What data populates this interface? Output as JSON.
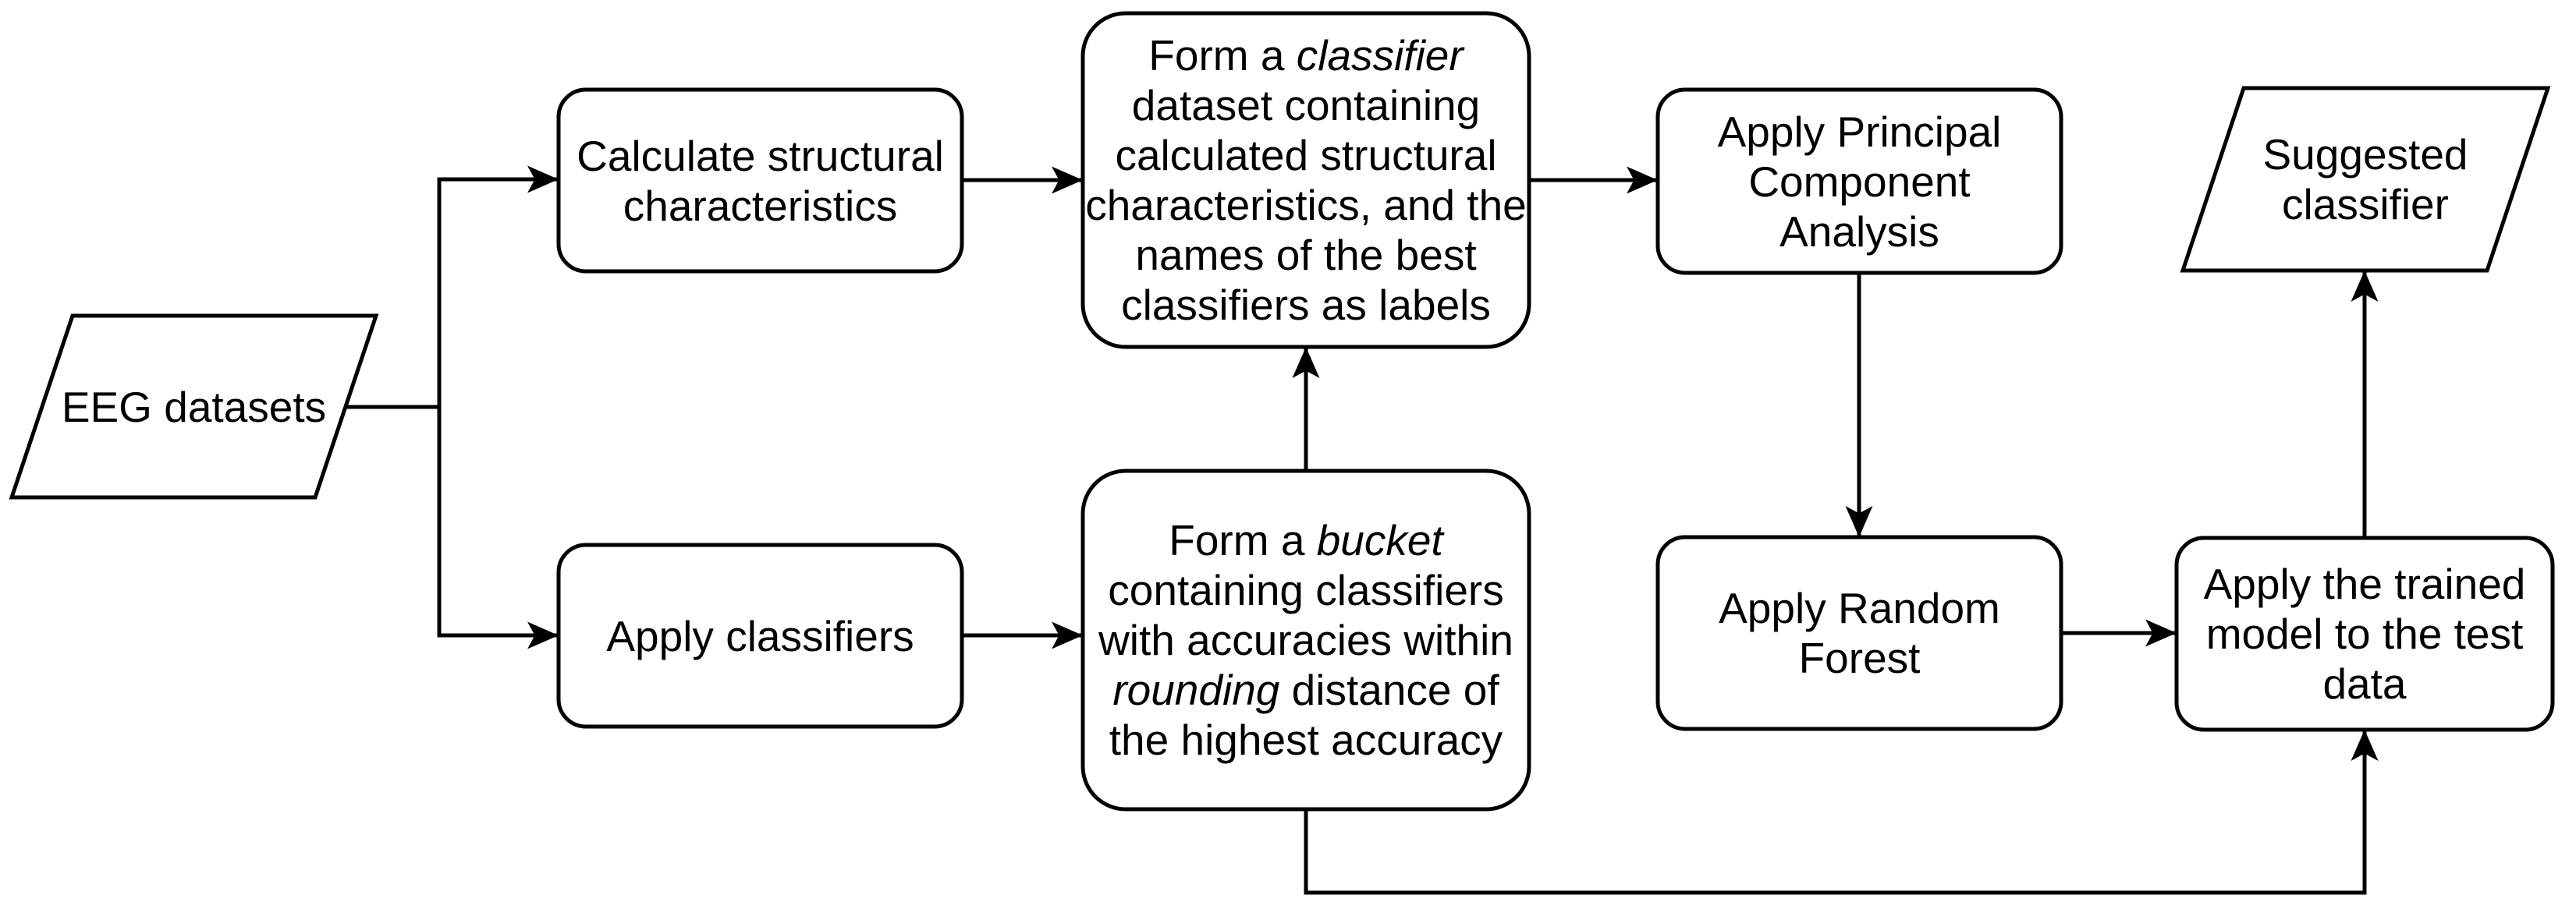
{
  "diagram": {
    "background_color": "#ffffff",
    "stroke_color": "#000000",
    "text_color": "#000000",
    "nodes": {
      "eeg_datasets": {
        "shape": "parallelogram",
        "lines": [
          "EEG datasets"
        ]
      },
      "calculate_structural": {
        "shape": "rounded-rectangle",
        "lines": [
          "Calculate structural",
          "characteristics"
        ]
      },
      "apply_classifiers": {
        "shape": "rounded-rectangle",
        "lines": [
          "Apply classifiers"
        ]
      },
      "form_classifier_dataset": {
        "shape": "rounded-rectangle",
        "rich_lines": [
          [
            {
              "t": "Form a "
            },
            {
              "t": "classifier",
              "italic": true
            }
          ],
          [
            {
              "t": "dataset containing"
            }
          ],
          [
            {
              "t": "calculated structural"
            }
          ],
          [
            {
              "t": "characteristics, and the"
            }
          ],
          [
            {
              "t": "names of the best"
            }
          ],
          [
            {
              "t": "classifiers as labels"
            }
          ]
        ]
      },
      "form_bucket": {
        "shape": "rounded-rectangle",
        "rich_lines": [
          [
            {
              "t": "Form a "
            },
            {
              "t": "bucket",
              "italic": true
            }
          ],
          [
            {
              "t": "containing classifiers"
            }
          ],
          [
            {
              "t": "with accuracies within"
            }
          ],
          [
            {
              "t": "rounding",
              "italic": true
            },
            {
              "t": " distance of"
            }
          ],
          [
            {
              "t": "the highest accuracy"
            }
          ]
        ]
      },
      "apply_pca": {
        "shape": "rounded-rectangle",
        "lines": [
          "Apply Principal",
          "Component",
          "Analysis"
        ]
      },
      "apply_random_forest": {
        "shape": "rounded-rectangle",
        "lines": [
          "Apply Random",
          "Forest"
        ]
      },
      "apply_trained_model": {
        "shape": "rounded-rectangle",
        "lines": [
          "Apply the trained",
          "model to the test",
          "data"
        ]
      },
      "suggested_classifier": {
        "shape": "parallelogram",
        "lines": [
          "Suggested",
          "classifier"
        ]
      }
    },
    "edges": [
      {
        "from": "eeg_datasets",
        "to": "calculate_structural"
      },
      {
        "from": "eeg_datasets",
        "to": "apply_classifiers"
      },
      {
        "from": "calculate_structural",
        "to": "form_classifier_dataset"
      },
      {
        "from": "apply_classifiers",
        "to": "form_bucket"
      },
      {
        "from": "form_bucket",
        "to": "form_classifier_dataset"
      },
      {
        "from": "form_classifier_dataset",
        "to": "apply_pca"
      },
      {
        "from": "apply_pca",
        "to": "apply_random_forest"
      },
      {
        "from": "apply_random_forest",
        "to": "apply_trained_model"
      },
      {
        "from": "form_bucket",
        "to": "apply_trained_model"
      },
      {
        "from": "apply_trained_model",
        "to": "suggested_classifier"
      }
    ]
  }
}
